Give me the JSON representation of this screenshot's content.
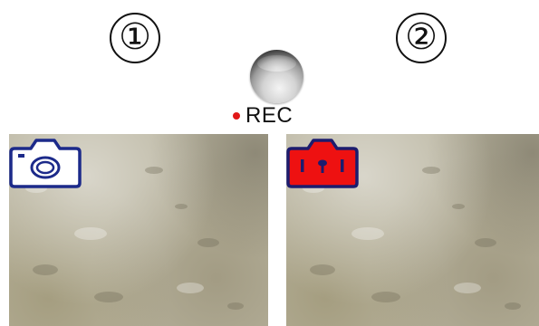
{
  "steps": [
    {
      "marker": "①",
      "camera_state": "default"
    },
    {
      "marker": "②",
      "camera_state": "recording"
    }
  ],
  "record_button": {
    "label": "REC"
  },
  "icons": {
    "camera_default": "camera-outline-icon",
    "camera_recording": "camera-recording-icon"
  },
  "colors": {
    "rec_dot": "#e11818",
    "camera_default_fill": "#ffffff",
    "camera_default_stroke": "#1c2a8a",
    "camera_recording_fill": "#ee1111",
    "camera_recording_stroke": "#1c1c6e"
  }
}
